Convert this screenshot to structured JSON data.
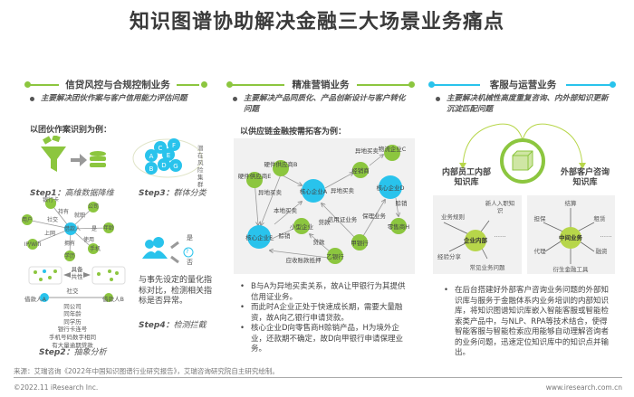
{
  "title": "知识图谱协助解决金融三大场景业务痛点",
  "colors": {
    "green": "#8cc63f",
    "blue": "#29c3ec",
    "gray_bg": "#f1f1f1"
  },
  "left": {
    "header": "信贷风控与合规控制业务",
    "lead": "主要解决团伙作案与客户信用能力评估问题",
    "example": "以团伙作案识别为例：",
    "step1": {
      "label": "Step1：",
      "desc": "高维数据降维"
    },
    "step3": {
      "label": "Step3：",
      "desc": "群体分类",
      "nodes": [
        "A",
        "B",
        "C",
        "D",
        "E",
        "F",
        "G"
      ],
      "side": "潜在风险集群"
    },
    "graph": {
      "center": "借款人",
      "nodes": [
        "银行卡",
        "公司",
        "用户",
        "年龄",
        "IP/Wifi",
        "手机",
        "学历"
      ],
      "edges": [
        "持有",
        "就职",
        "社交",
        "是",
        "上网",
        "使用",
        "拥有"
      ]
    },
    "step2": {
      "label": "Step2：",
      "desc": "抽象分析",
      "share": "具备共性",
      "a": "借款人A",
      "b": "借款人B",
      "links": [
        "社交",
        "同公司",
        "同年龄",
        "同学历",
        "银行卡连号",
        "手机号码数字相同",
        "有大量逾期贷款"
      ]
    },
    "step4": {
      "label": "Step4：",
      "desc": "检测拦截",
      "yes": "是",
      "no": "否",
      "q": "?",
      "text": "与事先设定的量化指标对比，检测相关指标是否异常。"
    }
  },
  "middle": {
    "header": "精准营销业务",
    "lead": "主要解决产品同质化、产品创新设计与客户转化问题",
    "example": "以供应链金融按需拓客为例：",
    "nodes": {
      "b": "硬件供应商B",
      "e": "硬件供应商E",
      "a": "核心企业A",
      "dist": "经销商",
      "c": "物流企业C",
      "d": "核心企业D",
      "h": "零售商H",
      "small": "小型企业",
      "f": "核心企业F",
      "jia": "甲银行",
      "yi": "乙银行"
    },
    "edges": {
      "e_f": "异地买卖",
      "b_f": "本地买卖",
      "a_dist": "异地买卖",
      "dist_c": "异地买卖",
      "lc": "信用证业务",
      "loan1": "贷款",
      "factoring": "保理业务",
      "credit_sale1": "赊销",
      "credit_sale2": "赊销",
      "loan2": "贷款",
      "pledge": "应收账款抵押"
    },
    "bullets": [
      "B与A为异地买卖关系，故A让甲银行为其提供信用证业务。",
      "而此时A企业正处于快速成长期，需要大量融资，故A向乙银行申请贷款。",
      "核心企业D向零售商H赊销产品，H为境外企业，还款期不确定，故D向甲银行申请保理业务。"
    ]
  },
  "right": {
    "header": "客服与运营业务",
    "lead": "主要解决机械性高度重复咨询、内外部知识更新沉淀匹配问题",
    "kb_internal": "内部员工内部知识库",
    "kb_external": "外部客户咨询知识库",
    "internal": {
      "center": "企业内部",
      "items": [
        "业务规则",
        "新人入职知识",
        "经验分享",
        "常见业务问题",
        "……"
      ]
    },
    "external": {
      "center": "中间业务",
      "items": [
        "结算",
        "担保",
        "租赁",
        "代理",
        "融资",
        "衍生金融工具",
        "……"
      ]
    },
    "bullets": [
      "在后台搭建好外部客户咨询业务问题的外部知识库与服务于金融体系内业务培训的内部知识库，将知识图谱知识库嵌入智能客服或智能检索类产品中，与NLP、RPA等技术结合，使得智能客服与智能检索应用能够自动理解咨询者的业务问题，迅速定位知识库中的知识点并输出。"
    ]
  },
  "footer": {
    "source": "来源：艾瑞咨询《2022年中国知识图谱行业研究报告》，艾瑞咨询研究院自主研究绘制。",
    "copyright": "©2022.11 iResearch Inc.",
    "url": "www.iresearch.com.cn"
  }
}
